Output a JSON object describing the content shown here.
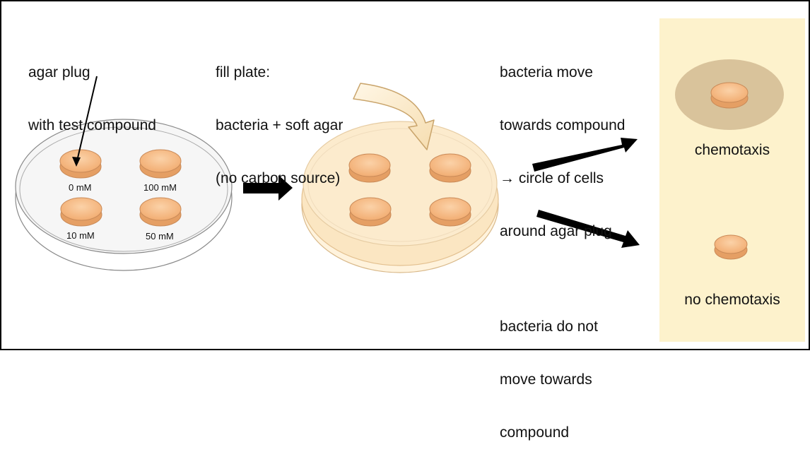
{
  "labels": {
    "agar_plug": [
      "agar plug",
      "with test compound"
    ],
    "fill_plate": [
      "fill plate:",
      "bacteria + soft agar",
      "(no carbon source)"
    ],
    "move_towards": [
      "bacteria move",
      "towards compound",
      "→ circle of cells",
      "around agar plug"
    ],
    "not_move": [
      "bacteria do not",
      "move towards",
      "compound"
    ],
    "chemotaxis": "chemotaxis",
    "no_chemotaxis": "no chemotaxis"
  },
  "concentrations": {
    "top_left": "0 mM",
    "top_right": "100 mM",
    "bottom_left": "10 mM",
    "bottom_right": "50 mM"
  },
  "colors": {
    "plug_fill": "#f6c08e",
    "plug_edge": "#c98a58",
    "soft_agar": "#fbe6c2",
    "panel_bg": "#fdf2cc",
    "halo": "#d9c39b",
    "arrow": "#000000"
  }
}
